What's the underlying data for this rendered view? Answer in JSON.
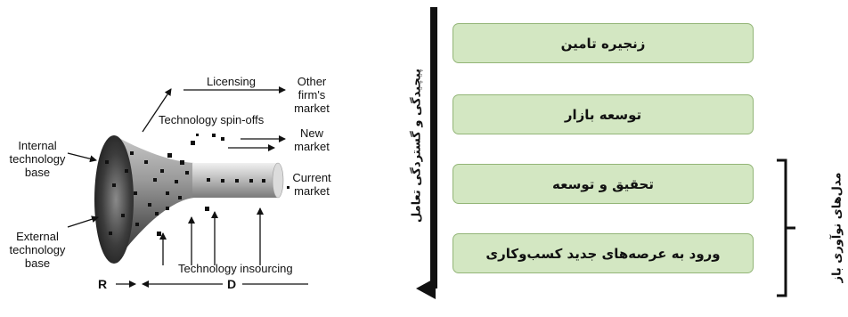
{
  "funnel": {
    "internal_base": [
      "Internal",
      "technology",
      "base"
    ],
    "external_base": [
      "External",
      "technology",
      "base"
    ],
    "licensing": "Licensing",
    "other_market": [
      "Other",
      "firm's",
      "market"
    ],
    "spinoffs": "Technology spin-offs",
    "new_market": [
      "New",
      "market"
    ],
    "current_market": [
      "Current",
      "market"
    ],
    "insourcing": "Technology insourcing",
    "r": "R",
    "d": "D"
  },
  "axis_label": "پیچیدگی و گستردگی تعامل",
  "boxes": [
    "زنجیره تامین",
    "توسعه بازار",
    "تحقیق و توسعه",
    "ورود به عرصه‌های جدید کسب‌وکاری"
  ],
  "bracket_label": "مدل‌های نوآوری باز",
  "colors": {
    "box_fill": "#d3e7c2",
    "box_border": "#93b577"
  }
}
